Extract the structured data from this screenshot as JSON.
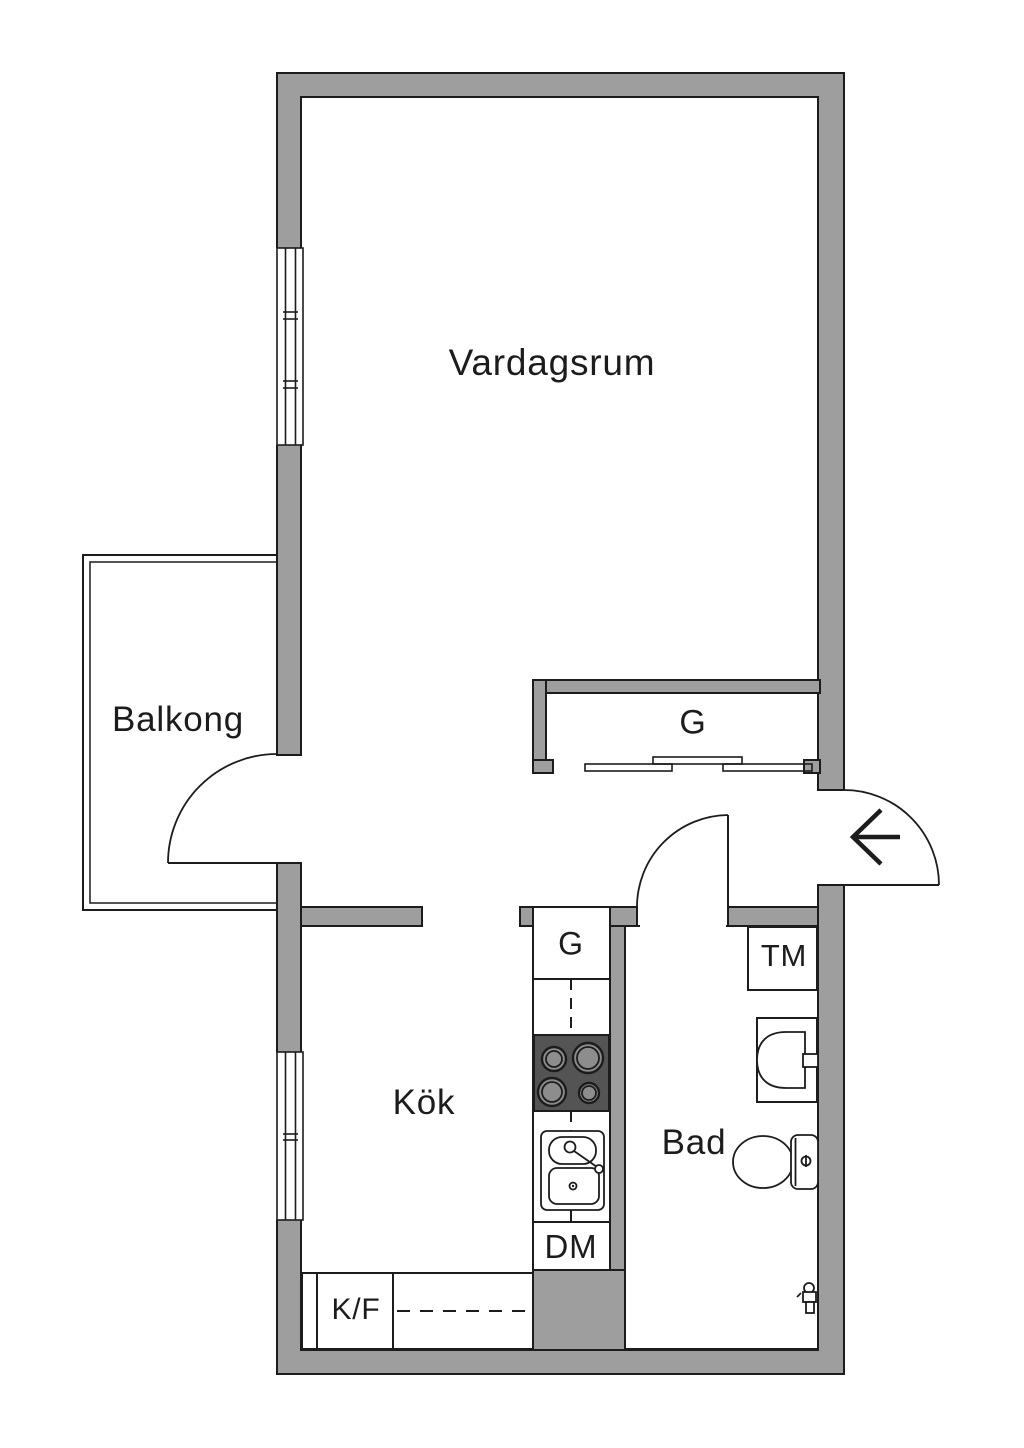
{
  "floor_plan": {
    "room_labels": {
      "living_room": "Vardagsrum",
      "balcony": "Balkong",
      "kitchen": "Kök",
      "bathroom": "Bad"
    },
    "fixture_labels": {
      "hall_closet": "G",
      "kitchen_cabinet": "G",
      "washing_machine": "TM",
      "dishwasher": "DM",
      "fridge_freezer": "K/F"
    },
    "colors": {
      "wall": "#9e9e9e",
      "line": "#1c1c1c",
      "stove": "#545454",
      "burner": "#8d8d8d",
      "background": "#ffffff"
    }
  }
}
